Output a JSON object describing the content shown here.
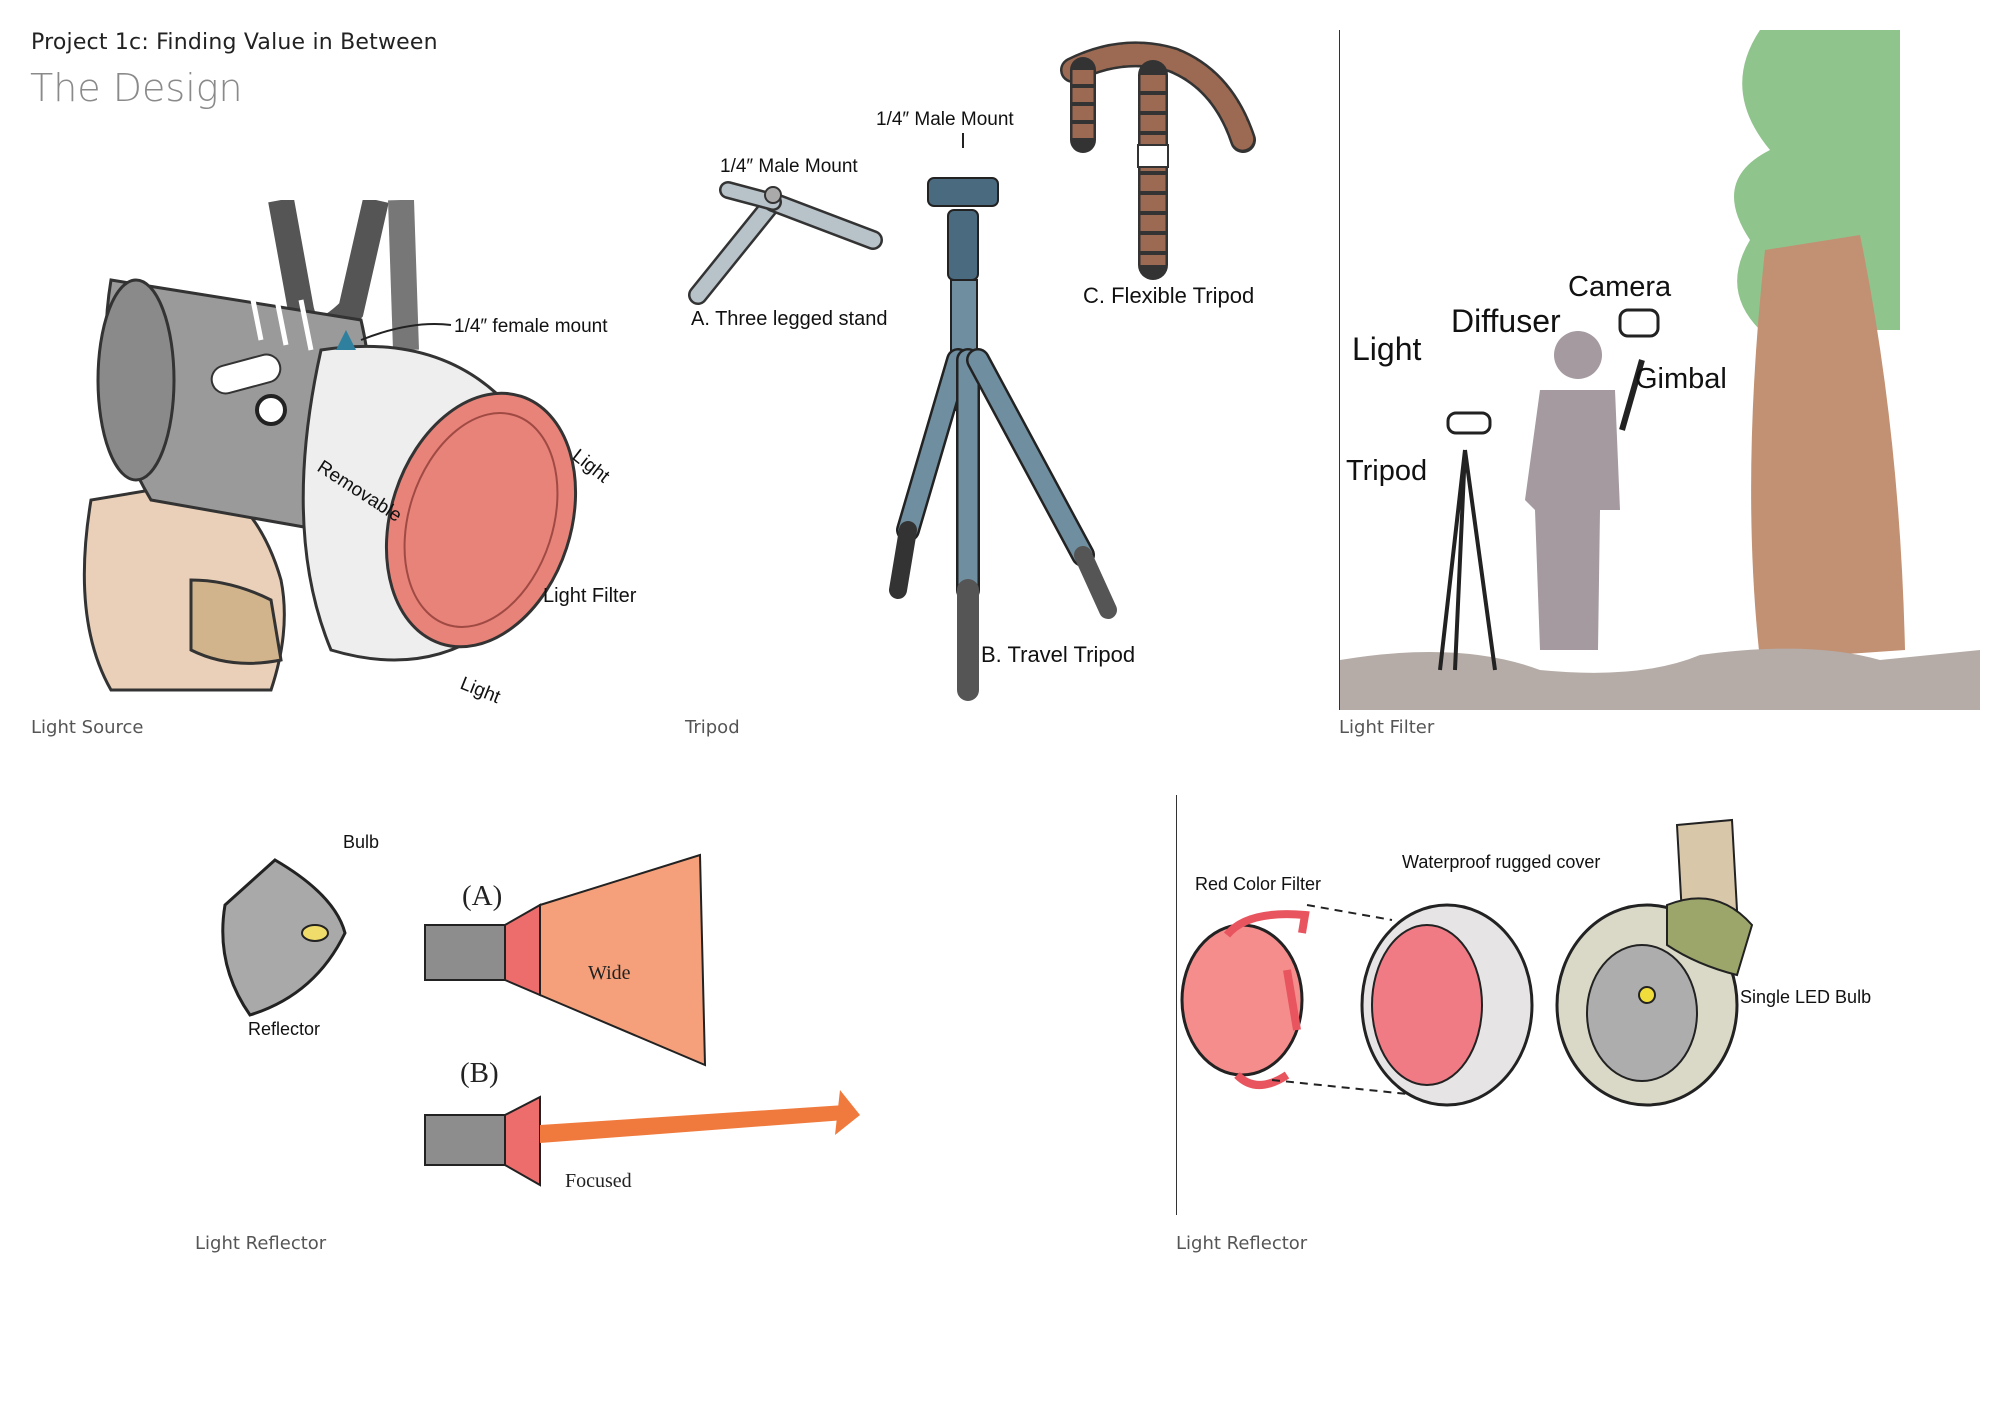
{
  "header": {
    "title": "Project 1c: Finding Value in Between",
    "subtitle": "The Design"
  },
  "panels": {
    "light_source": {
      "caption": "Light Source",
      "labels": {
        "mount": "1/4″ female mount",
        "removable": "Removable",
        "light_top": "Light",
        "filter": "Light Filter",
        "light_bottom": "Light"
      }
    },
    "tripod": {
      "caption": "Tripod",
      "labels": {
        "male_mount_a": "1/4″ Male Mount",
        "male_mount_b": "1/4″ Male Mount",
        "stand_a": "A.  Three legged stand",
        "travel_b": "B. Travel Tripod",
        "flexible_c": "C. Flexible Tripod"
      }
    },
    "light_filter": {
      "caption": "Light Filter",
      "labels": {
        "light": "Light",
        "diffuser": "Diffuser",
        "camera": "Camera",
        "gimbal": "Gimbal",
        "tripod": "Tripod"
      }
    },
    "reflector_left": {
      "caption": "Light Reflector",
      "labels": {
        "bulb": "Bulb",
        "reflector": "Reflector",
        "a": "(A)",
        "wide": "Wide",
        "b": "(B)",
        "focused": "Focused"
      }
    },
    "reflector_right": {
      "caption": "Light Reflector",
      "labels": {
        "red_filter": "Red Color Filter",
        "waterproof": "Waterproof rugged cover",
        "led": "Single LED Bulb"
      }
    }
  },
  "colors": {
    "filter_red": "#e8837a",
    "body_gray": "#9a9a9a",
    "tripod_blue": "#6f8fa0",
    "tree_green": "#8fc48c",
    "trunk_brown": "#c29072",
    "beam_orange": "#f5a07a"
  }
}
